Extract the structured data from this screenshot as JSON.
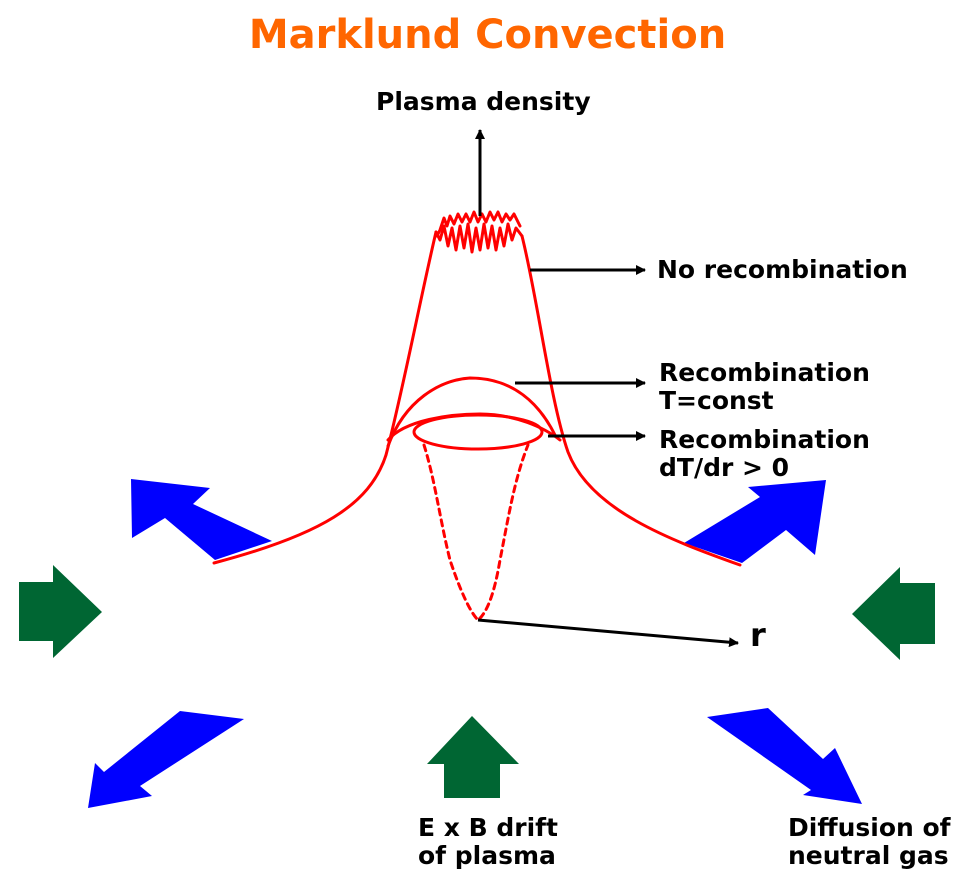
{
  "title": "Marklund Convection",
  "colors": {
    "title": "#ff6600",
    "curve": "#ff0000",
    "plasma_arrow": "#0000ff",
    "gas_arrow": "#006633",
    "axis": "#000000"
  },
  "labels": {
    "axis_y": "Plasma density",
    "axis_x": "r",
    "no_recombination": "No recombination",
    "recomb_tconst_1": "Recombination",
    "recomb_tconst_2": "T=const",
    "recomb_dtdr_1": "Recombination",
    "recomb_dtdr_2": "dT/dr > 0",
    "exb_1": "E x B drift",
    "exb_2": "of plasma",
    "diffusion_1": "Diffusion of",
    "diffusion_2": "neutral gas"
  },
  "legend_arrows": {
    "blue": "plasma-drift-arrow",
    "green": "neutral-gas-arrow"
  }
}
